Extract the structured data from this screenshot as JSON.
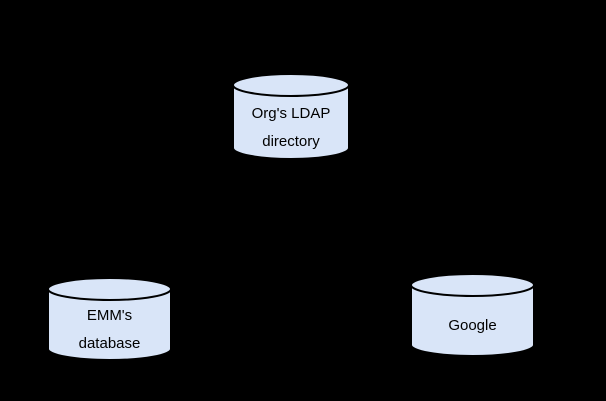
{
  "canvas": {
    "background_color": "#000000"
  },
  "diagram": {
    "type": "database-cylinder-diagram",
    "node_fill_color": "#d9e5f8",
    "node_stroke_color": "#000000",
    "node_text_color": "#000000",
    "nodes": [
      {
        "id": "org-ldap-directory",
        "shape": "database-cylinder",
        "label_lines": [
          "Org's LDAP",
          "directory"
        ]
      },
      {
        "id": "emm-database",
        "shape": "database-cylinder",
        "label_lines": [
          "EMM's",
          "database"
        ]
      },
      {
        "id": "google",
        "shape": "database-cylinder",
        "label_lines": [
          "Google"
        ]
      }
    ]
  }
}
